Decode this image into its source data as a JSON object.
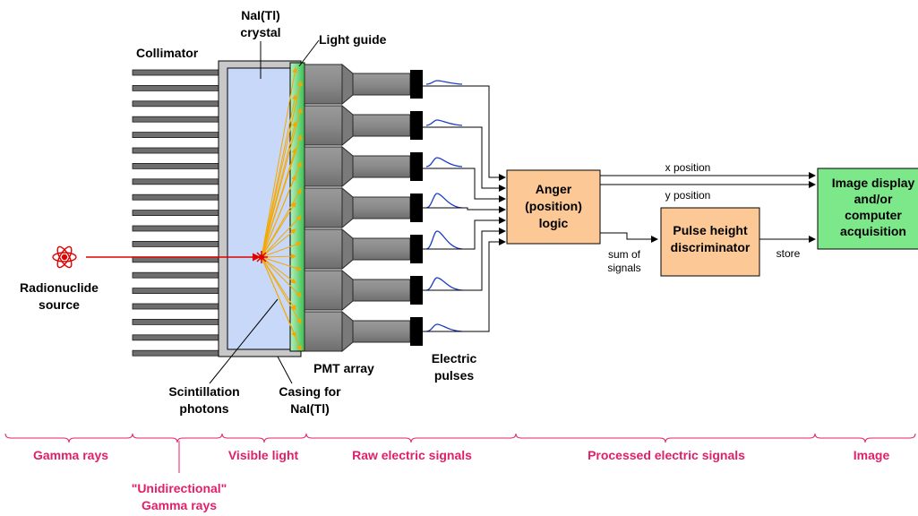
{
  "labels": {
    "nai_crystal": [
      "NaI(Tl)",
      "crystal"
    ],
    "collimator": "Collimator",
    "light_guide": "Light guide",
    "radionuclide_source": [
      "Radionuclide",
      "source"
    ],
    "scintillation_photons": [
      "Scintillation",
      "photons"
    ],
    "casing": [
      "Casing for",
      "NaI(Tl)"
    ],
    "pmt_array": "PMT array",
    "electric_pulses": [
      "Electric",
      "pulses"
    ],
    "anger_logic": [
      "Anger",
      "(position)",
      "logic"
    ],
    "x_position": "x position",
    "y_position": "y position",
    "pulse_height": [
      "Pulse height",
      "discriminator"
    ],
    "sum_of_signals": [
      "sum of",
      "signals"
    ],
    "store": "store",
    "image_display": [
      "Image display",
      "and/or",
      "computer",
      "acquisition"
    ]
  },
  "stages": {
    "gamma_rays": "Gamma rays",
    "unidirectional": [
      "\"Unidirectional\"",
      "Gamma rays"
    ],
    "visible_light": "Visible light",
    "raw_signals": "Raw electric signals",
    "processed_signals": "Processed electric signals",
    "image": "Image"
  },
  "colors": {
    "crystal": "#c8d8f8",
    "casing": "#c8c8c8",
    "light_guide": "#7de88a",
    "pmt": "#8c8c8c",
    "logic_box": "#fcc896",
    "display_box": "#7de88a",
    "photon_rays": "#f5a800",
    "gamma_ray": "#e00000",
    "pulse_wave": "#1a3ec8",
    "stage_text": "#e0206a"
  }
}
